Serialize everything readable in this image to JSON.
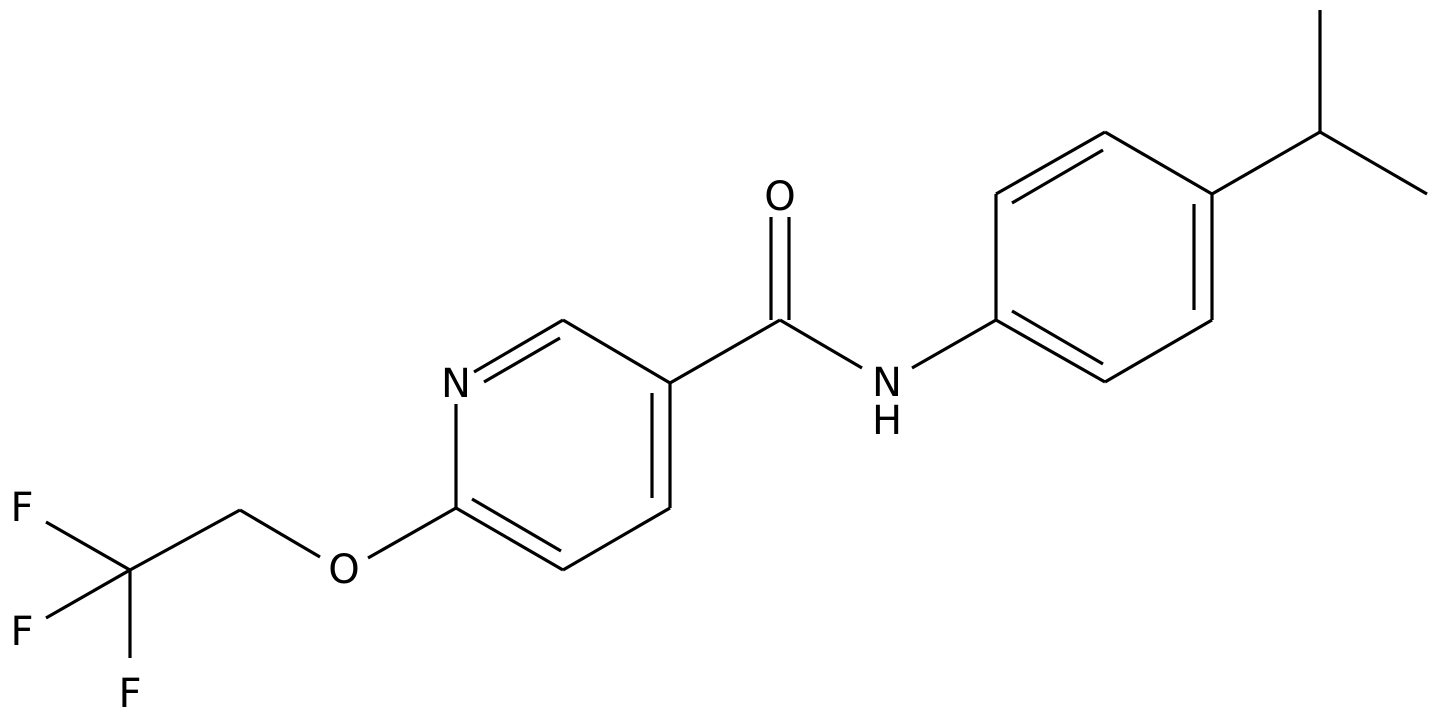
{
  "molecule": {
    "atom_labels": {
      "oxygen_carbonyl": "O",
      "amide_n": "N",
      "amide_h": "H",
      "pyridine_n": "N",
      "ether_o": "O",
      "fluorine_1": "F",
      "fluorine_2": "F",
      "fluorine_3": "F"
    },
    "colors": {
      "bond": "#000000",
      "label": "#000000",
      "background": "#ffffff"
    }
  }
}
